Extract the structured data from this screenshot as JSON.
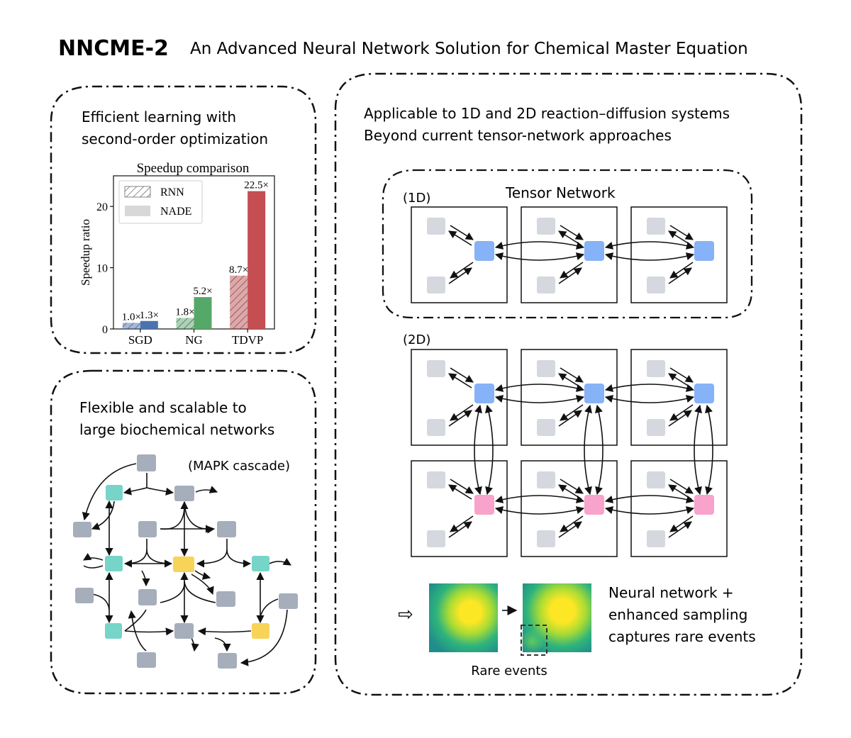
{
  "header": {
    "title": "NNCME-2",
    "subtitle": "An Advanced Neural Network Solution for Chemical Master Equation"
  },
  "panel_learning": {
    "heading_line1": "Efficient learning with",
    "heading_line2": "second-order optimization"
  },
  "panel_network": {
    "heading_line1": "Flexible and scalable to",
    "heading_line2": "large biochemical networks",
    "tag": "(MAPK cascade)"
  },
  "panel_systems": {
    "heading_line1": "Applicable to 1D and 2D reaction–diffusion systems",
    "heading_line2": "Beyond current tensor-network approaches",
    "tensor_label": "Tensor Network",
    "label_1d": "(1D)",
    "label_2d": "(2D)",
    "rare_caption": "Rare events",
    "nn_line1": "Neural network +",
    "nn_line2": "enhanced sampling",
    "nn_line3": "captures rare events"
  },
  "colors": {
    "rnn": "#4c72b0",
    "ng": "#55a868",
    "tdvp": "#c44e52",
    "node_gray": "#a6aebc",
    "node_teal": "#77d4c8",
    "node_yellow": "#f7d358",
    "species_gray": "#d5d8de",
    "species_blue": "#86b2f7",
    "species_pink": "#f7a3cb"
  },
  "chart_data": {
    "type": "bar",
    "title": "Speedup comparison",
    "xlabel": "",
    "ylabel": "Speedup ratio",
    "categories": [
      "SGD",
      "NG",
      "TDVP"
    ],
    "series": [
      {
        "name": "RNN",
        "values": [
          1.0,
          1.8,
          8.7
        ],
        "labels": [
          "1.0×",
          "1.8×",
          "8.7×"
        ],
        "hatched": true
      },
      {
        "name": "NADE",
        "values": [
          1.3,
          5.2,
          22.5
        ],
        "labels": [
          "1.3×",
          "5.2×",
          "22.5×"
        ],
        "hatched": false
      }
    ],
    "bar_colors": [
      "#4c72b0",
      "#55a868",
      "#c44e52"
    ],
    "ylim": [
      0,
      25
    ],
    "yticks": [
      0,
      10,
      20
    ],
    "legend": "top-left",
    "grid": false
  }
}
